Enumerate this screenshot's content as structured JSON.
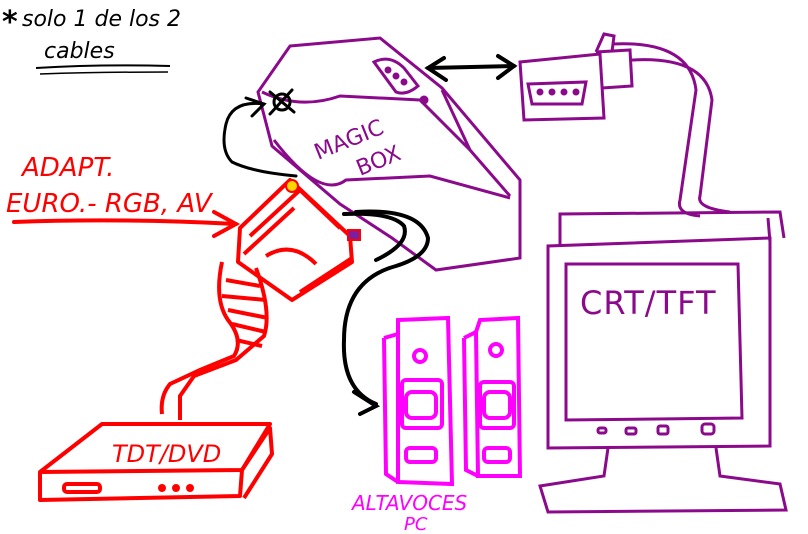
{
  "note": {
    "line1": "solo 1 de los 2",
    "line2": "cables",
    "asterisk": "*"
  },
  "labels": {
    "adapter_line1": "ADAPT.",
    "adapter_line2": "EURO.- RGB, AV",
    "magic_box_line1": "MAGIC",
    "magic_box_line2": "BOX",
    "monitor": "CRT/TFT",
    "source_device": "TDT/DVD",
    "speakers_line1": "ALTAVOCES",
    "speakers_line2": "PC"
  },
  "colors": {
    "red": "#ff0000",
    "purple": "#8b0a8b",
    "magenta": "#ff00ff",
    "black": "#000000",
    "yellow": "#ffd700",
    "violet_dot": "#7a1fa2"
  },
  "icons": {
    "double_arrow": "double-arrow-icon",
    "vga_connector": "vga-connector-icon",
    "scart_connector": "scart-connector-icon"
  }
}
